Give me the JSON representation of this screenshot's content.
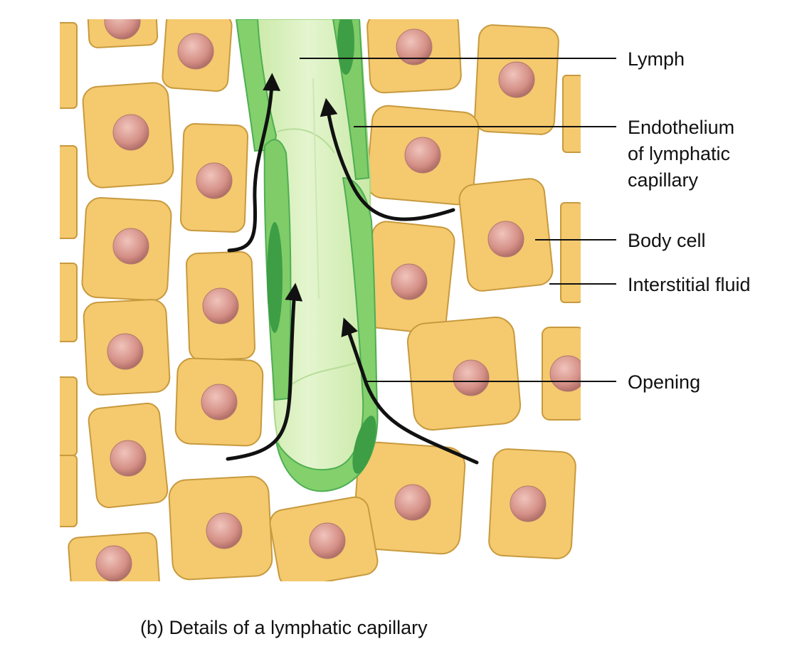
{
  "labels": {
    "lymph": "Lymph",
    "endothelium": [
      "Endothelium",
      "of lymphatic",
      "capillary"
    ],
    "body_cell": "Body cell",
    "interstitial_fluid": "Interstitial fluid",
    "opening": "Opening"
  },
  "caption": "(b) Details of a lymphatic capillary",
  "colors": {
    "cell_fill": "#f5c96e",
    "cell_stroke": "#c79a3e",
    "nucleus": "#d9958c",
    "capillary_lumen": "#d6efb6",
    "capillary_wall": "#7fcf6a",
    "capillary_wall_dark": "#3e9e45",
    "arrow": "#111111"
  }
}
